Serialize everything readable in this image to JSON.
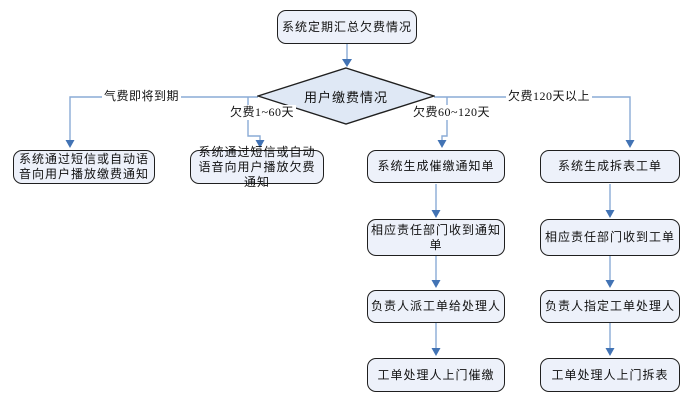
{
  "colors": {
    "background": "#ffffff",
    "node-fill": "#edf1fa",
    "diamond-fill": "#dfe8f5",
    "node-border": "#1f1f1f",
    "line-color": "#8aabd6",
    "arrow-color": "#4273b4",
    "text-color": "#111111"
  },
  "flowchart": {
    "start": "系统定期汇总欠费情况",
    "decision": "用户缴费情况",
    "branches": [
      {
        "condition": "气费即将到期",
        "steps": [
          "系统通过短信或自动语音向用户播放缴费通知"
        ]
      },
      {
        "condition": "欠费1~60天",
        "steps": [
          "系统通过短信或自动语音向用户播放欠费通知"
        ]
      },
      {
        "condition": "欠费60~120天",
        "steps": [
          "系统生成催缴通知单",
          "相应责任部门收到通知单",
          "负责人派工单给处理人",
          "工单处理人上门催缴"
        ]
      },
      {
        "condition": "欠费120天以上",
        "steps": [
          "系统生成拆表工单",
          "相应责任部门收到工单",
          "负责人指定工单处理人",
          "工单处理人上门拆表"
        ]
      }
    ]
  }
}
